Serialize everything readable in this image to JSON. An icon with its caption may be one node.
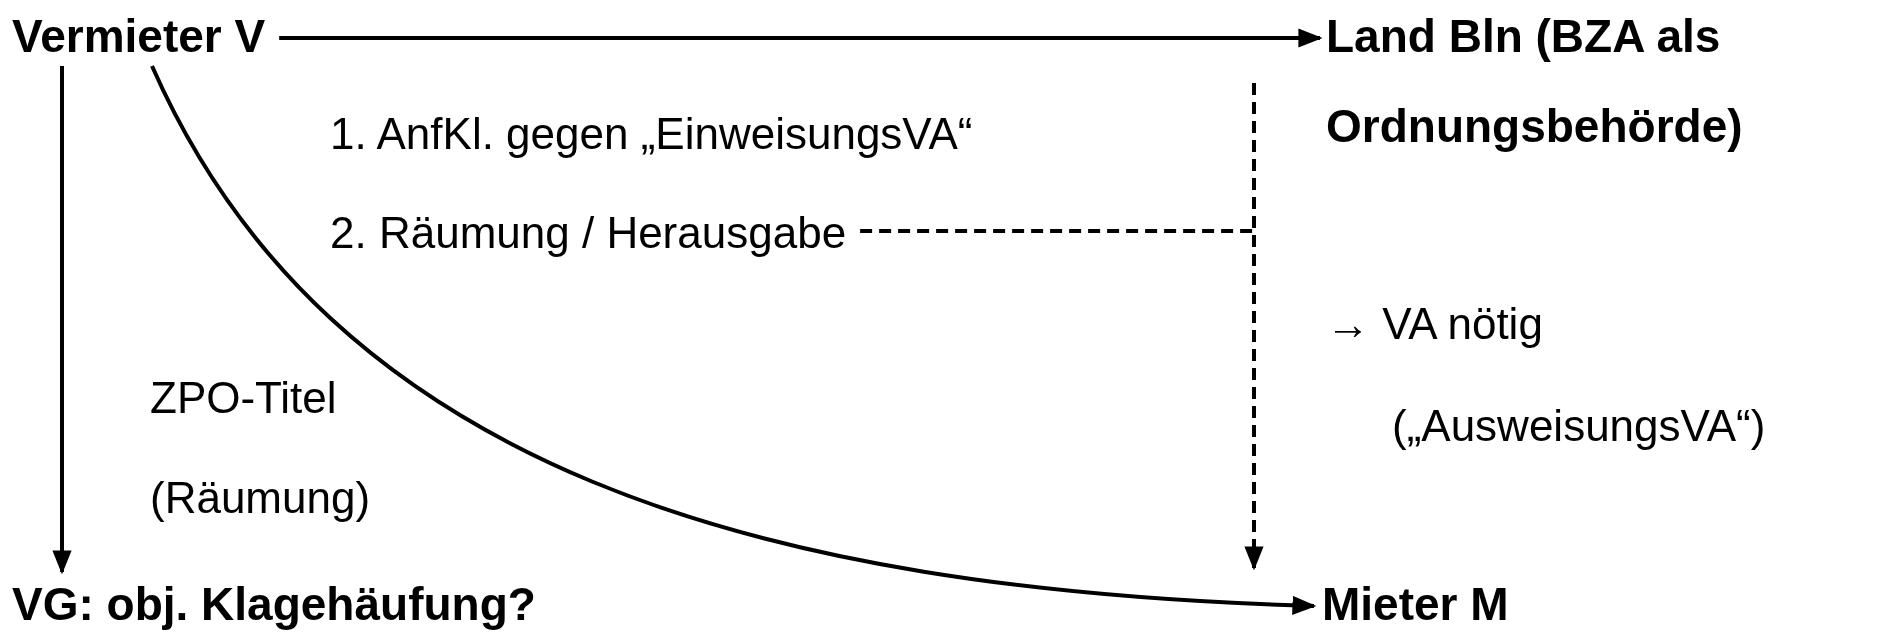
{
  "diagram": {
    "nodes": [
      {
        "text": [
          "Vermieter V"
        ]
      },
      {
        "text": [
          "Land Bln (BZA als Ordnungsbehörde)"
        ]
      },
      {
        "text": [
          "VG: obj. Klagehäufung?"
        ]
      },
      {
        "text": [
          "Mieter M"
        ]
      },
      {
        "text": [
          "2. Räumung / Herausgabe"
        ]
      }
    ],
    "edges": [
      {
        "from": 0,
        "to": 1,
        "arrow": "to"
      },
      {
        "from": 0,
        "to": 2,
        "arrow": "to"
      },
      {
        "from": 0,
        "to": 3,
        "arrow": "to"
      },
      {
        "from": 1,
        "to": 3,
        "arrow": "to",
        "style": "dashed"
      },
      {
        "from": 4,
        "to": null,
        "arrow": "none",
        "style": "dashed"
      }
    ],
    "labels": [
      "1. AnfKl. gegen „EinweisungsVA“",
      "→ VA nötig",
      "(„AusweisungsVA“)",
      "ZPO-Titel",
      "(Räumung)"
    ]
  }
}
